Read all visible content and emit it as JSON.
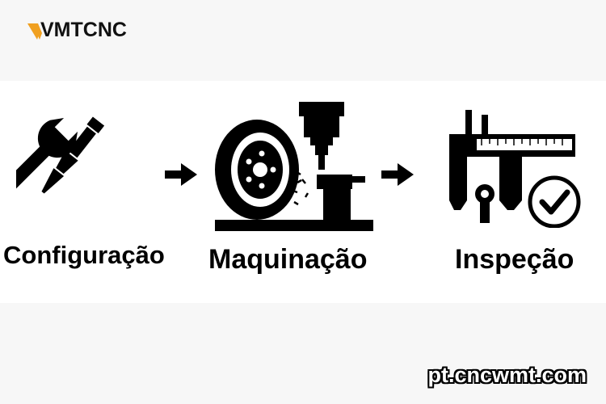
{
  "brand": {
    "logo_text": "VMTCNC",
    "logo_accent_color": "#f0a020"
  },
  "steps": [
    {
      "label": "Configuração",
      "icon": "wrench-and-screwdriver-icon"
    },
    {
      "label": "Maquinação",
      "icon": "cnc-machining-icon"
    },
    {
      "label": "Inspeção",
      "icon": "caliper-check-icon"
    }
  ],
  "arrows": [
    "arrow-right-icon",
    "arrow-right-icon"
  ],
  "website": "pt.cncwmt.com"
}
